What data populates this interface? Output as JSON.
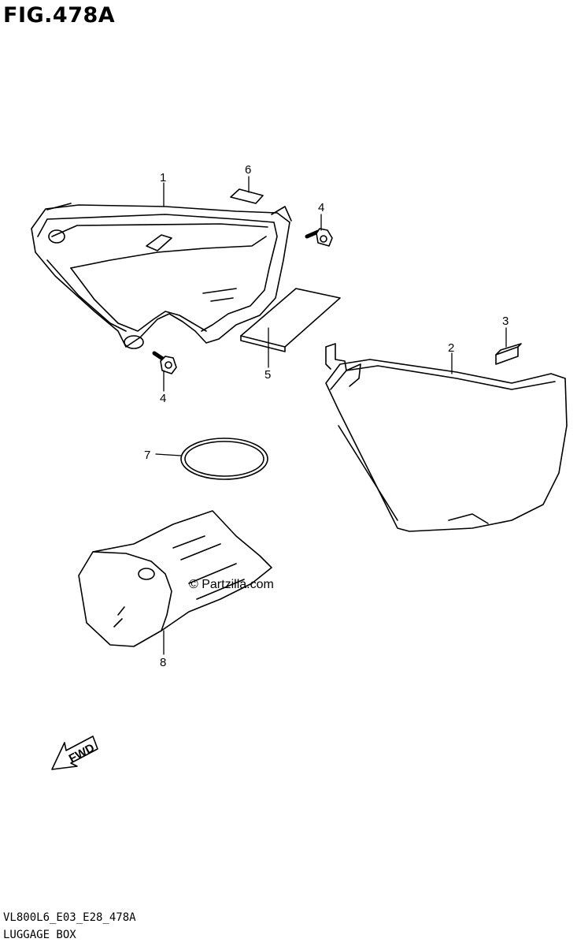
{
  "figure": {
    "title": "FIG.478A",
    "watermark": "© Partzilla.com",
    "fwd_label": "FWD"
  },
  "callouts": [
    {
      "id": "callout-1",
      "label": "1"
    },
    {
      "id": "callout-2",
      "label": "2"
    },
    {
      "id": "callout-3",
      "label": "3"
    },
    {
      "id": "callout-4a",
      "label": "4"
    },
    {
      "id": "callout-4b",
      "label": "4"
    },
    {
      "id": "callout-5",
      "label": "5"
    },
    {
      "id": "callout-6",
      "label": "6"
    },
    {
      "id": "callout-7",
      "label": "7"
    },
    {
      "id": "callout-8",
      "label": "8"
    }
  ],
  "footer": {
    "code": "VL800L6_E03_E28_478A",
    "name": "LUGGAGE BOX"
  }
}
